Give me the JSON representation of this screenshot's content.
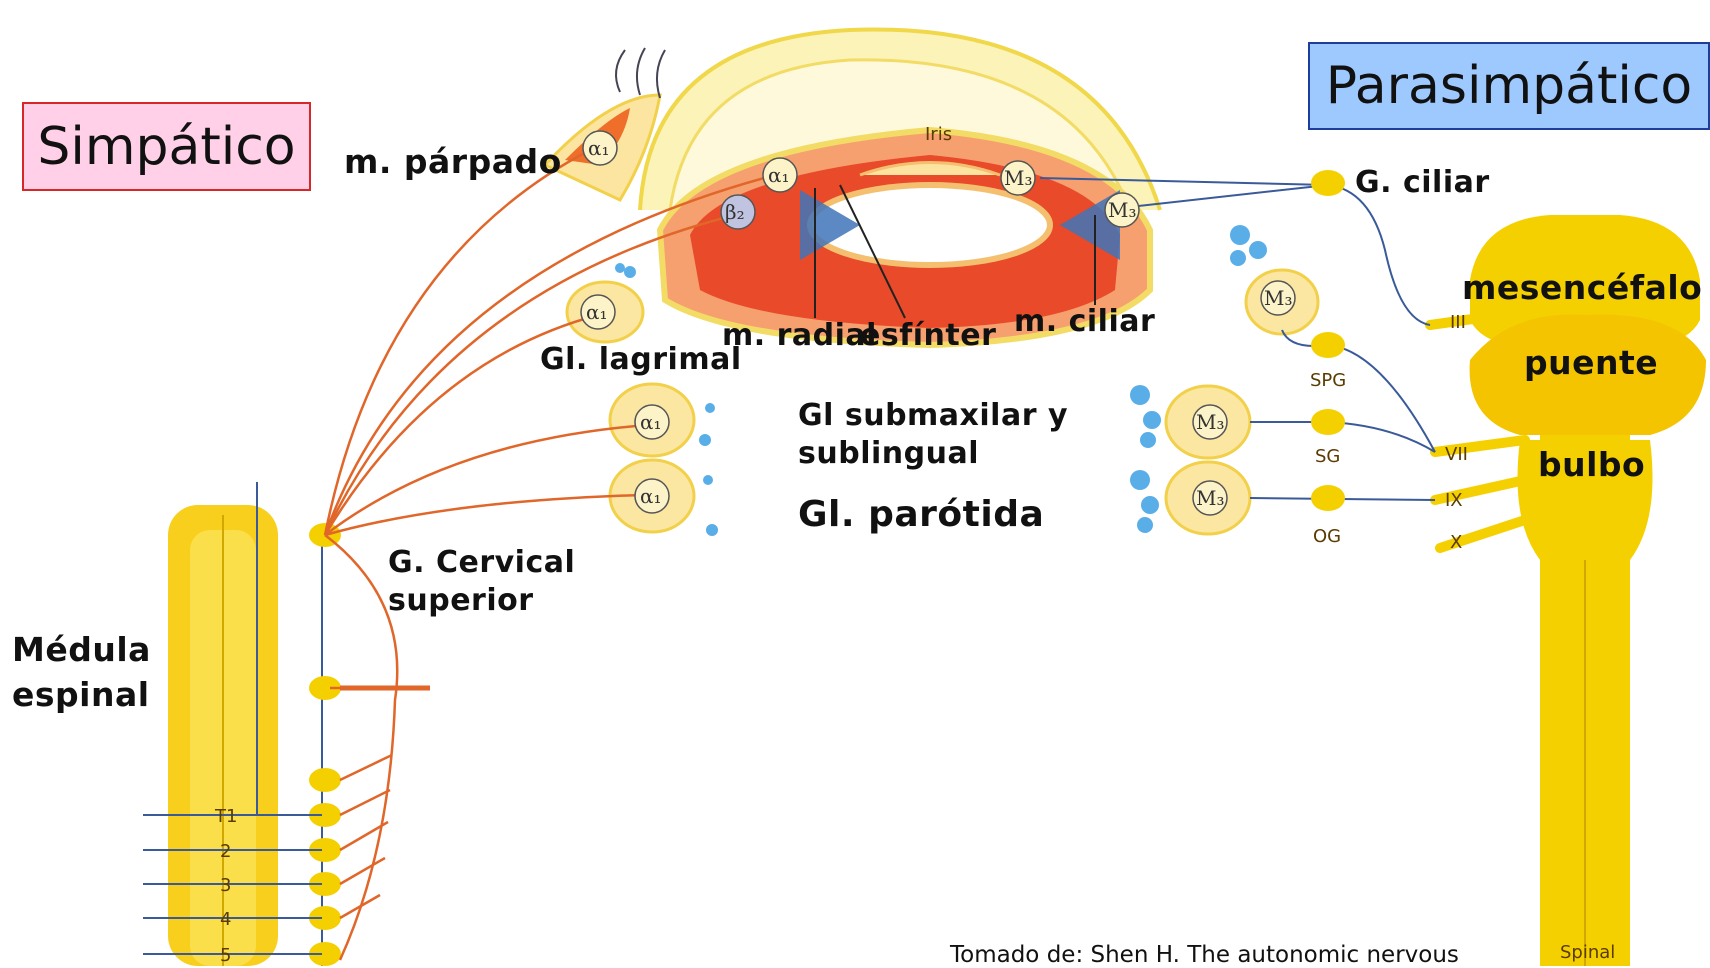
{
  "headers": {
    "sympathetic": "Simpático",
    "parasympathetic": "Parasimpático"
  },
  "labels": {
    "eyelid_muscle": "m. párpado",
    "lacrimal_gland": "Gl. lagrimal",
    "radial_muscle": "m. radial",
    "sphincter": "esfínter",
    "ciliary_muscle": "m. ciliar",
    "ciliary_ganglion": "G. ciliar",
    "submax_line1": "Gl submaxilar y",
    "submax_line2": "sublingual",
    "parotid": "Gl. parótida",
    "cervical_line1": "G. Cervical",
    "cervical_line2": "superior",
    "spinal_line1": "Médula",
    "spinal_line2": "espinal",
    "midbrain": "mesencéfalo",
    "pons": "puente",
    "medulla": "bulbo",
    "credit": "Tomado de: Shen H. The autonomic nervous"
  },
  "diagram_text": {
    "iris": "Iris",
    "spg": "SPG",
    "sg": "SG",
    "og": "OG",
    "cn3": "III",
    "cn7": "VII",
    "cn9": "IX",
    "cn10": "X",
    "spinal": "Spinal",
    "t1": "T1",
    "t2": "2",
    "t3": "3",
    "t4": "4",
    "t5": "5",
    "alpha1": "α₁",
    "beta2": "β₂",
    "m3": "M₃"
  },
  "colors": {
    "sympathetic_fiber": "#e0662a",
    "parasympathetic_fiber": "#3a5a9a",
    "nerve_yellow": "#f5d000",
    "gland_blue": "#5aaee8",
    "iris_red": "#e84a2a",
    "sympathetic_box_fill": "#ffd0e8",
    "parasympathetic_box_fill": "#9ec9ff"
  }
}
